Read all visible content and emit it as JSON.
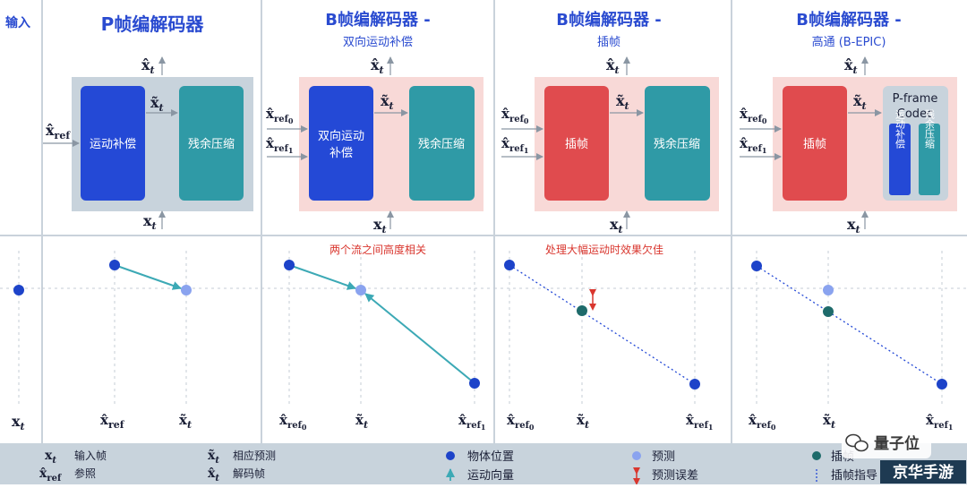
{
  "columns": {
    "input": {
      "title": "输入"
    },
    "p": {
      "title": "P帧编解码器",
      "subtitle": ""
    },
    "b1": {
      "title": "B帧编解码器 -",
      "subtitle": "双向运动补偿"
    },
    "b2": {
      "title": "B帧编解码器 -",
      "subtitle": "插帧"
    },
    "b3": {
      "title": "B帧编解码器 -",
      "subtitle": "高通 (B-EPIC)"
    }
  },
  "blocks": {
    "p_left": "运动补偿",
    "p_right": "残余压缩",
    "b1_left_line1": "双向运动",
    "b1_left_line2": "补偿",
    "b1_right": "残余压缩",
    "b2_left": "插帧",
    "b2_right": "残余压缩",
    "b3_left": "插帧",
    "b3_codec_line1": "P-frame",
    "b3_codec_line2": "Codec",
    "b3_sub1": "运动补偿",
    "b3_sub2": "残余压缩"
  },
  "symbols": {
    "x": "x",
    "hat": "x̂",
    "tilde": "x̃",
    "t": "t",
    "ref": "ref",
    "ref0": "ref0",
    "ref1": "ref1",
    "sub0": "0",
    "sub1": "1"
  },
  "notes": {
    "b1": "两个流之间高度相关",
    "b2": "处理大幅运动时效果欠佳"
  },
  "legend": {
    "input_frame": "输入帧",
    "reference": "参照",
    "prediction_corr": "相应预测",
    "decoded_frame": "解码帧",
    "object_position": "物体位置",
    "motion_vector": "运动向量",
    "prediction": "预测",
    "prediction_error": "预测误差",
    "interp": "插帧",
    "interp_guide": "插帧指导"
  },
  "watermark": {
    "brand": "量子位",
    "site": "京华手游"
  },
  "colors": {
    "blue_block": "#2449d6",
    "teal_block": "#2f9aa6",
    "red_block": "#e04b4e",
    "gray_panel": "#c8d3dc",
    "pink_panel": "#f8d9d7",
    "dot_blue": "#1d43c9",
    "dot_light": "#8aa3ef",
    "dot_teal": "#1e6b6b",
    "arrow_teal": "#3ca9b5",
    "title_blue": "#2a4bd0",
    "note_red": "#d9362e"
  }
}
